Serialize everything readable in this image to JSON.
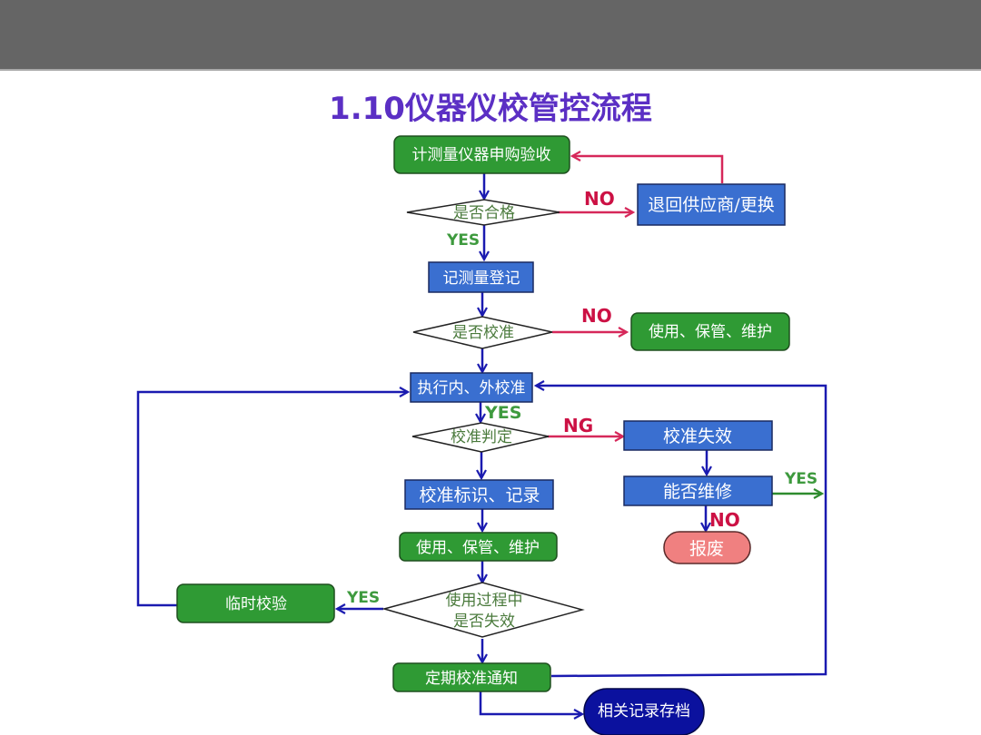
{
  "page": {
    "title": "1.10仪器仪校管控流程"
  },
  "colors": {
    "header_bar": "#656565",
    "title": "#5b2fc4",
    "green_node": "#2f9a34",
    "blue_node": "#3a6fd0",
    "scrap_node": "#f08080",
    "archive_node": "#0b119e",
    "flow_arrow": "#1a1ab0",
    "no_arrow": "#d6285a",
    "yes_arrow": "#2e8b2e",
    "no_label": "#cc1144",
    "yes_label": "#3e9a3e"
  },
  "nodes": {
    "purchase": "计测量仪器申购验收",
    "qualified": "是否合格",
    "return_supplier": "退回供应商/更换",
    "register": "记测量登记",
    "need_calibration": "是否校准",
    "use_keep_maintain_a": "使用、保管、维护",
    "execute_calibration": "执行内、外校准",
    "calibration_judgement": "校准判定",
    "calibration_failed": "校准失效",
    "can_repair": "能否维修",
    "scrap": "报废",
    "calibration_label_record": "校准标识、记录",
    "use_keep_maintain_b": "使用、保管、维护",
    "temporary_check": "临时校验",
    "failed_in_use_line1": "使用过程中",
    "failed_in_use_line2": "是否失效",
    "periodic_notice": "定期校准通知",
    "archive_records": "相关记录存档"
  },
  "labels": {
    "qualified_no": "NO",
    "qualified_yes": "YES",
    "need_calibration_no": "NO",
    "execute_yes": "YES",
    "judgement_ng": "NG",
    "repair_yes": "YES",
    "repair_no": "NO",
    "in_use_yes": "YES"
  }
}
